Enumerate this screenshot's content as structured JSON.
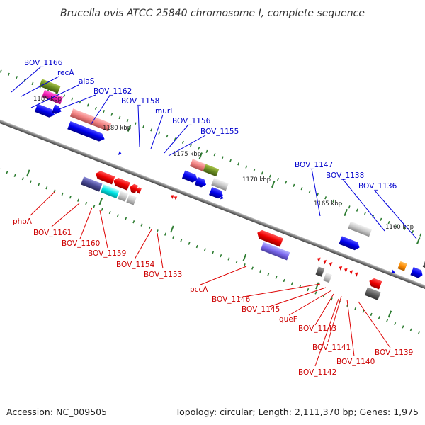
{
  "title": "Brucella ovis ATCC 25840 chromosome I, complete sequence",
  "accession": "Accession: NC_009505",
  "topology": "Topology: circular; Length: 2,111,370 bp; Genes: 1,975",
  "colors": {
    "backbone": "#777777",
    "tick": "#2e7d32",
    "top_label": "#0000cc",
    "bottom_label": "#cc0000",
    "top_leader": "#0000dd",
    "bottom_leader": "#dd0000"
  },
  "kbp_labels": [
    "1185 kbp",
    "1180 kbp",
    "1175 kbp",
    "1170 kbp",
    "1165 kbp",
    "1160 kbp"
  ],
  "top_genes": [
    "BOV_1166",
    "recA",
    "alaS",
    "BOV_1162",
    "BOV_1158",
    "murI",
    "BOV_1156",
    "BOV_1155",
    "BOV_1147",
    "BOV_1138",
    "BOV_1136"
  ],
  "bottom_genes": [
    "phoA",
    "BOV_1161",
    "BOV_1160",
    "BOV_1159",
    "BOV_1154",
    "BOV_1153",
    "pccA",
    "BOV_1146",
    "BOV_1145",
    "queF",
    "BOV_1143",
    "BOV_1141",
    "BOV_1142",
    "BOV_1140",
    "BOV_1139"
  ]
}
